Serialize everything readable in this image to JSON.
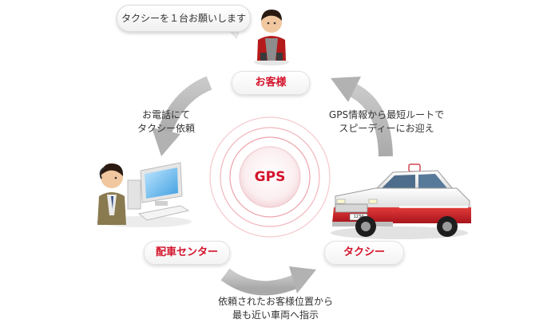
{
  "bubble_text": "タクシーを１台お願いします",
  "nodes": {
    "customer": "お客様",
    "taxi": "タクシー",
    "center": "配車センター",
    "hub": "GPS"
  },
  "steps": {
    "call_line1": "お電話にて",
    "call_line2": "タクシー依頼",
    "gps_line1": "GPS情報から最短ルートで",
    "gps_line2": "スピーディーにお迎え",
    "dispatch_line1": "依頼されたお客様位置から",
    "dispatch_line2": "最も近い車両へ指示"
  },
  "taxi_plate": "1234",
  "colors": {
    "accent_red": "#d4122a",
    "arrow_gray": "#b8b8b8",
    "ring_pink": "#f6c9ce"
  }
}
